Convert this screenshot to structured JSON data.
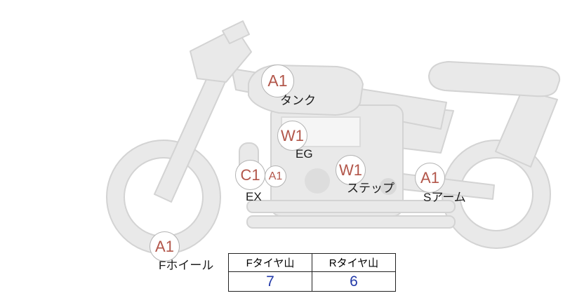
{
  "theme": {
    "badge_color": "#b2564a",
    "value_color": "#2239a8",
    "sketch_fill": "#e9e9e9",
    "sketch_stroke": "#d3d3d3"
  },
  "diagram": {
    "markers": {
      "tank": {
        "code": "A1",
        "label": "タンク"
      },
      "engine": {
        "code": "W1",
        "label": "EG"
      },
      "exhaust": {
        "code": "C1",
        "label": "EX"
      },
      "exhaust_sub": {
        "code": "A1",
        "label": ""
      },
      "step": {
        "code": "W1",
        "label": "ステップ"
      },
      "swingarm": {
        "code": "A1",
        "label": "Sアーム"
      },
      "front_wheel": {
        "code": "A1",
        "label": "Fホイール"
      }
    }
  },
  "tire_table": {
    "headers": {
      "front": "Fタイヤ山",
      "rear": "Rタイヤ山"
    },
    "values": {
      "front": "7",
      "rear": "6"
    }
  }
}
